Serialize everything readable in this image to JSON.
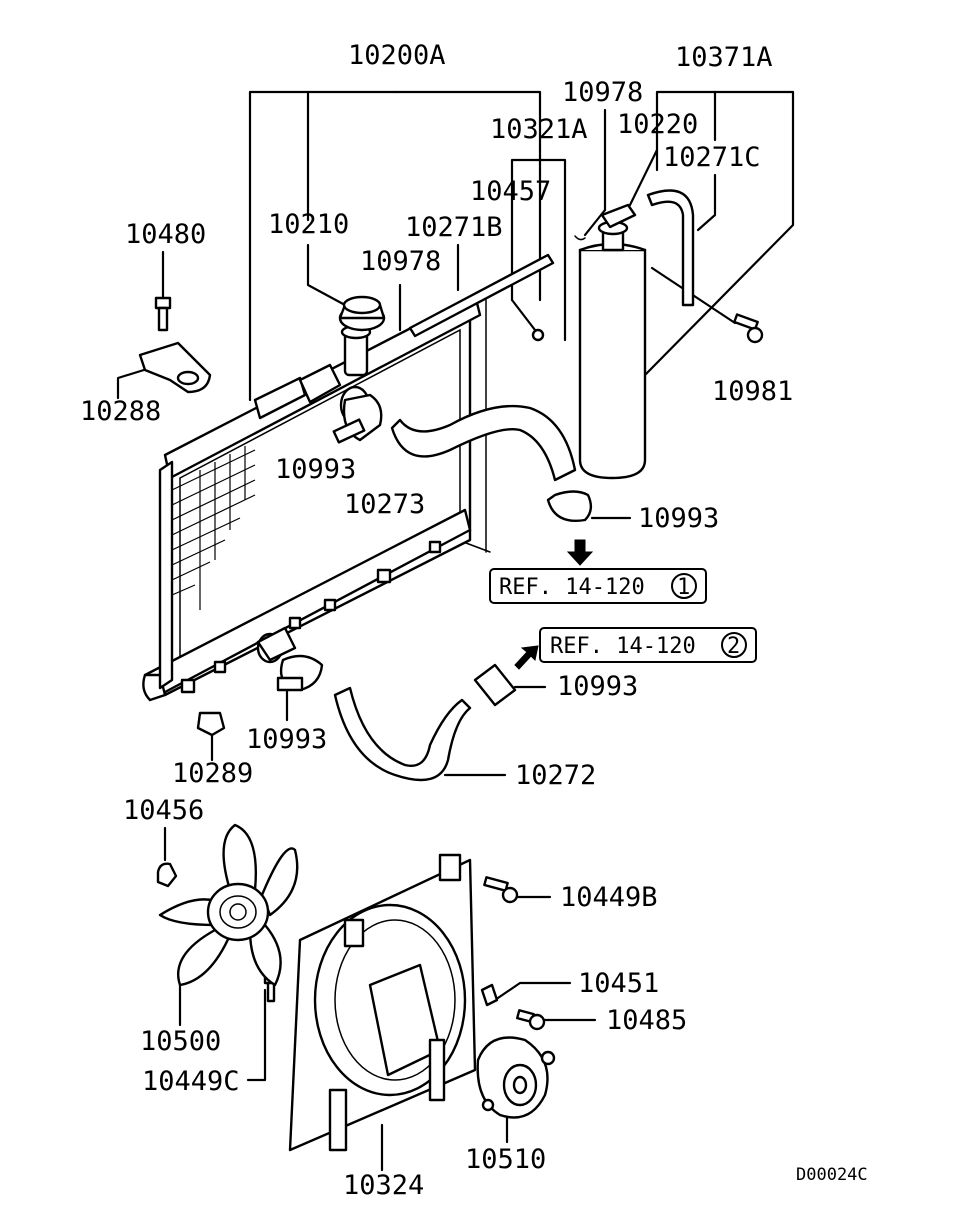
{
  "labels": {
    "radiator_assembly": "10200A",
    "reserve_tank_assembly": "10371A",
    "clamp_top": "10978",
    "tank_cap": "10220",
    "hose_set": "10321A",
    "overflow_hose": "10271C",
    "grommet": "10457",
    "radiator_cap": "10210",
    "radiator_hose_b": "10271B",
    "clamp_mid": "10978",
    "bolt_10480": "10480",
    "bracket": "10288",
    "bolt_10981": "10981",
    "clamp_upper_hose_left": "10993",
    "upper_hose": "10273",
    "clamp_upper_hose_right": "10993",
    "clamp_lower_hose_right": "10993",
    "clamp_lower_hose_left": "10993",
    "insulator": "10289",
    "lower_hose": "10272",
    "nut_10456": "10456",
    "bolt_10449b": "10449B",
    "fan": "10500",
    "fan_motor_bracket": "10451",
    "bolt_10485": "10485",
    "bolt_10449c": "10449C",
    "fan_motor": "10510",
    "shroud": "10324",
    "diagram_code": "D00024C"
  },
  "references": {
    "ref_1_text": "REF. 14-120",
    "ref_1_num": "1",
    "ref_2_text": "REF. 14-120",
    "ref_2_num": "2"
  }
}
